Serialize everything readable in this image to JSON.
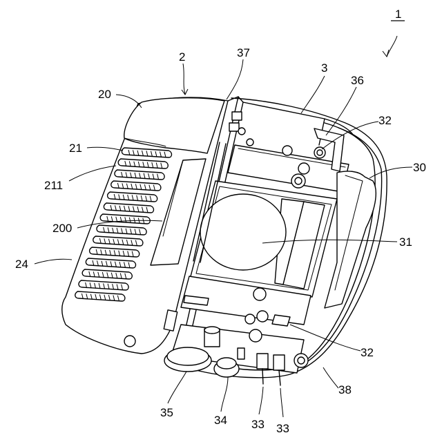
{
  "figure": {
    "labels": {
      "device": "1",
      "housing": "2",
      "cover_body": "3",
      "grip": "20",
      "fin": "21",
      "fin_edge": "211",
      "fin_base": "200",
      "fin_region": "24",
      "chassis": "30",
      "lens": "31",
      "roller_upper": "32",
      "roller_lower": "32",
      "terminal_left": "33",
      "terminal_right": "33",
      "socket": "34",
      "connector": "35",
      "clip": "36",
      "rim": "37",
      "outer_shell": "38"
    }
  }
}
